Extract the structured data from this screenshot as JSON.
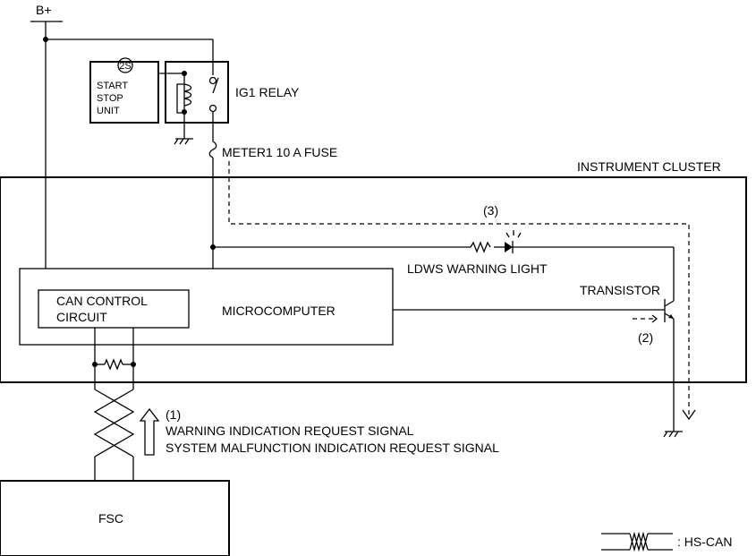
{
  "labels": {
    "supply": "B+",
    "start_stop_badge": "2S",
    "start_stop_line1": "START",
    "start_stop_line2": "STOP",
    "start_stop_line3": "UNIT",
    "relay": "IG1 RELAY",
    "fuse": "METER1 10 A FUSE",
    "cluster": "INSTRUMENT CLUSTER",
    "can_line1": "CAN CONTROL",
    "can_line2": "CIRCUIT",
    "micro": "MICROCOMPUTER",
    "transistor": "TRANSISTOR",
    "warning_light": "LDWS WARNING LIGHT",
    "step1": "(1)",
    "step2": "(2)",
    "step3": "(3)",
    "signal1": "WARNING INDICATION REQUEST SIGNAL",
    "signal2": "SYSTEM MALFUNCTION INDICATION REQUEST SIGNAL",
    "fsc": "FSC",
    "legend_hscan": ": HS-CAN"
  }
}
